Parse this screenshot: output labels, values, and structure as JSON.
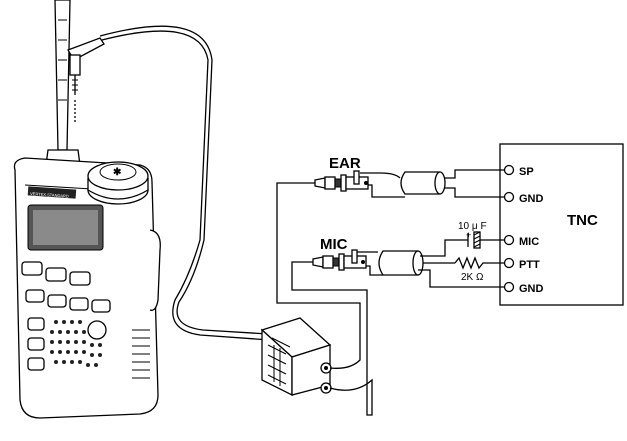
{
  "labels": {
    "ear": "EAR",
    "mic": "MIC",
    "tnc": "TNC",
    "capacitor": "10 μ F",
    "cap_polarity": "+",
    "resistor": "2K Ω"
  },
  "tnc_pins": {
    "sp": "SP",
    "gnd_top": "GND",
    "mic": "MIC",
    "ptt": "PTT",
    "gnd_bottom": "GND"
  },
  "radio_brand": "VERTEX STANDARD"
}
